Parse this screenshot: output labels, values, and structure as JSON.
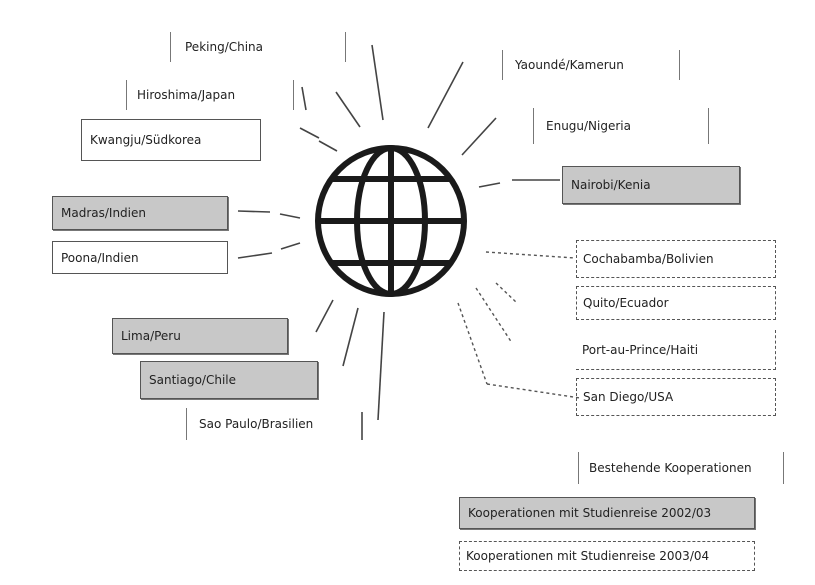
{
  "cities": {
    "peking": "Peking/China",
    "hiroshima": "Hiroshima/Japan",
    "kwangju": "Kwangju/Südkorea",
    "yaounde": "Yaoundé/Kamerun",
    "enugu": "Enugu/Nigeria",
    "nairobi": "Nairobi/Kenia",
    "madras": "Madras/Indien",
    "poona": "Poona/Indien",
    "cochabamba": "Cochabamba/Bolivien",
    "quito": "Quito/Ecuador",
    "port_au_prince": "Port-au-Prince/Haiti",
    "san_diego": "San Diego/USA",
    "lima": "Lima/Peru",
    "santiago": "Santiago/Chile",
    "sao_paulo": "Sao Paulo/Brasilien"
  },
  "legend": {
    "bestehende": "Bestehende Kooperationen",
    "kooperationen_2002": "Kooperationen mit Studienreise 2002/03",
    "kooperationen_2003": "Kooperationen mit Studienreise 2003/04"
  },
  "colors": {
    "gray_fill": "#c8c8c8",
    "stroke": "#1a1a1a",
    "line": "#777777"
  },
  "icon": "globe-icon"
}
